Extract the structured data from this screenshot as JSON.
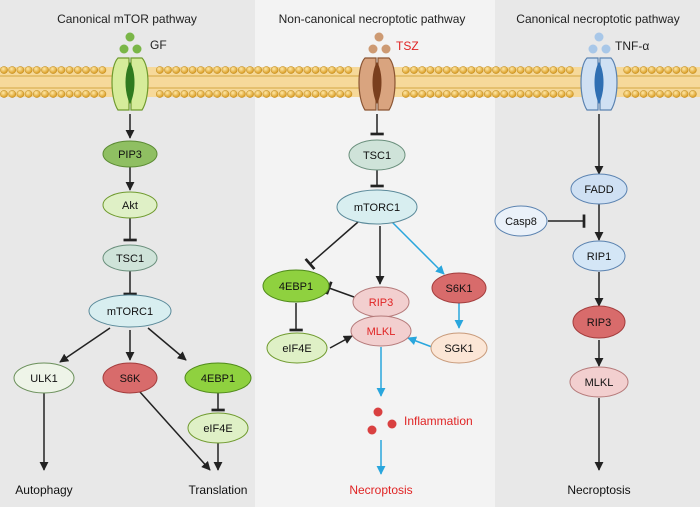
{
  "panels": {
    "left": {
      "title": "Canonical mTOR pathway",
      "ligand": "GF"
    },
    "middle": {
      "title": "Non-canonical necroptotic pathway",
      "ligand": "TSZ"
    },
    "right": {
      "title": "Canonical necroptotic pathway",
      "ligand": "TNF-α"
    }
  },
  "nodes": {
    "l_pip3": "PIP3",
    "l_akt": "Akt",
    "l_tsc1": "TSC1",
    "l_mtorc1": "mTORC1",
    "l_ulk1": "ULK1",
    "l_s6k": "S6K",
    "l_4ebp1": "4EBP1",
    "l_eif4e": "eIF4E",
    "m_tsc1": "TSC1",
    "m_mtorc1": "mTORC1",
    "m_4ebp1": "4EBP1",
    "m_rip3": "RIP3",
    "m_mlkl": "MLKL",
    "m_s6k1": "S6K1",
    "m_eif4e": "eIF4E",
    "m_sgk1": "SGK1",
    "r_fadd": "FADD",
    "r_casp8": "Casp8",
    "r_rip1": "RIP1",
    "r_rip3": "RIP3",
    "r_mlkl": "MLKL"
  },
  "outcomes": {
    "autophagy": "Autophagy",
    "translation": "Translation",
    "inflammation": "Inflammation",
    "necroptosis_mid": "Necroptosis",
    "necroptosis_right": "Necroptosis"
  },
  "colors": {
    "panel_gray": "#e8e8e8",
    "panel_light": "#f3f3f3",
    "membrane": "#e3b04a",
    "red_text": "#e02424",
    "blue_arrow": "#29a6dd",
    "arrow": "#222222"
  }
}
